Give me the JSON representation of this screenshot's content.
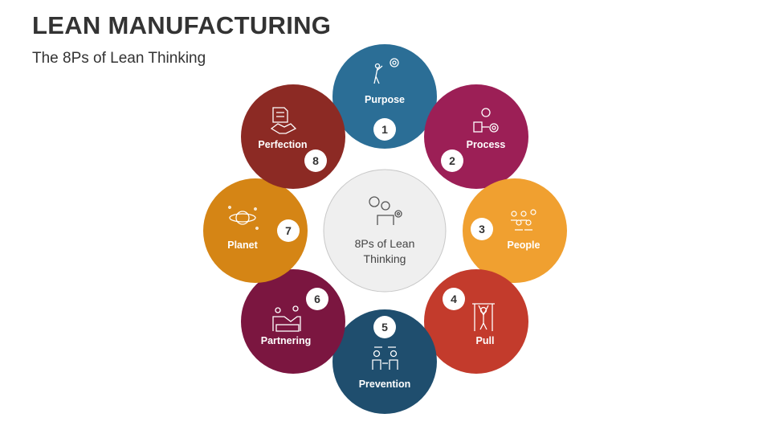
{
  "header": {
    "title": "LEAN MANUFACTURING",
    "subtitle": "The 8Ps of Lean Thinking"
  },
  "center": {
    "line1": "8Ps of Lean",
    "line2": "Thinking",
    "icon": "thinking-person-icon"
  },
  "petals": [
    {
      "number": "1",
      "label": "Purpose",
      "color": "#2b6e96",
      "icon": "target-person-icon"
    },
    {
      "number": "2",
      "label": "Process",
      "color": "#9c1f56",
      "icon": "process-worker-icon"
    },
    {
      "number": "3",
      "label": "People",
      "color": "#f0a030",
      "icon": "people-group-icon"
    },
    {
      "number": "4",
      "label": "Pull",
      "color": "#c33b2c",
      "icon": "pull-up-icon"
    },
    {
      "number": "5",
      "label": "Prevention",
      "color": "#1f4e6e",
      "icon": "prevention-icon"
    },
    {
      "number": "6",
      "label": "Partnering",
      "color": "#7b1640",
      "icon": "partnering-icon"
    },
    {
      "number": "7",
      "label": "Planet",
      "color": "#d58515",
      "icon": "planet-icon"
    },
    {
      "number": "8",
      "label": "Perfection",
      "color": "#8c2a24",
      "icon": "perfection-icon"
    }
  ]
}
